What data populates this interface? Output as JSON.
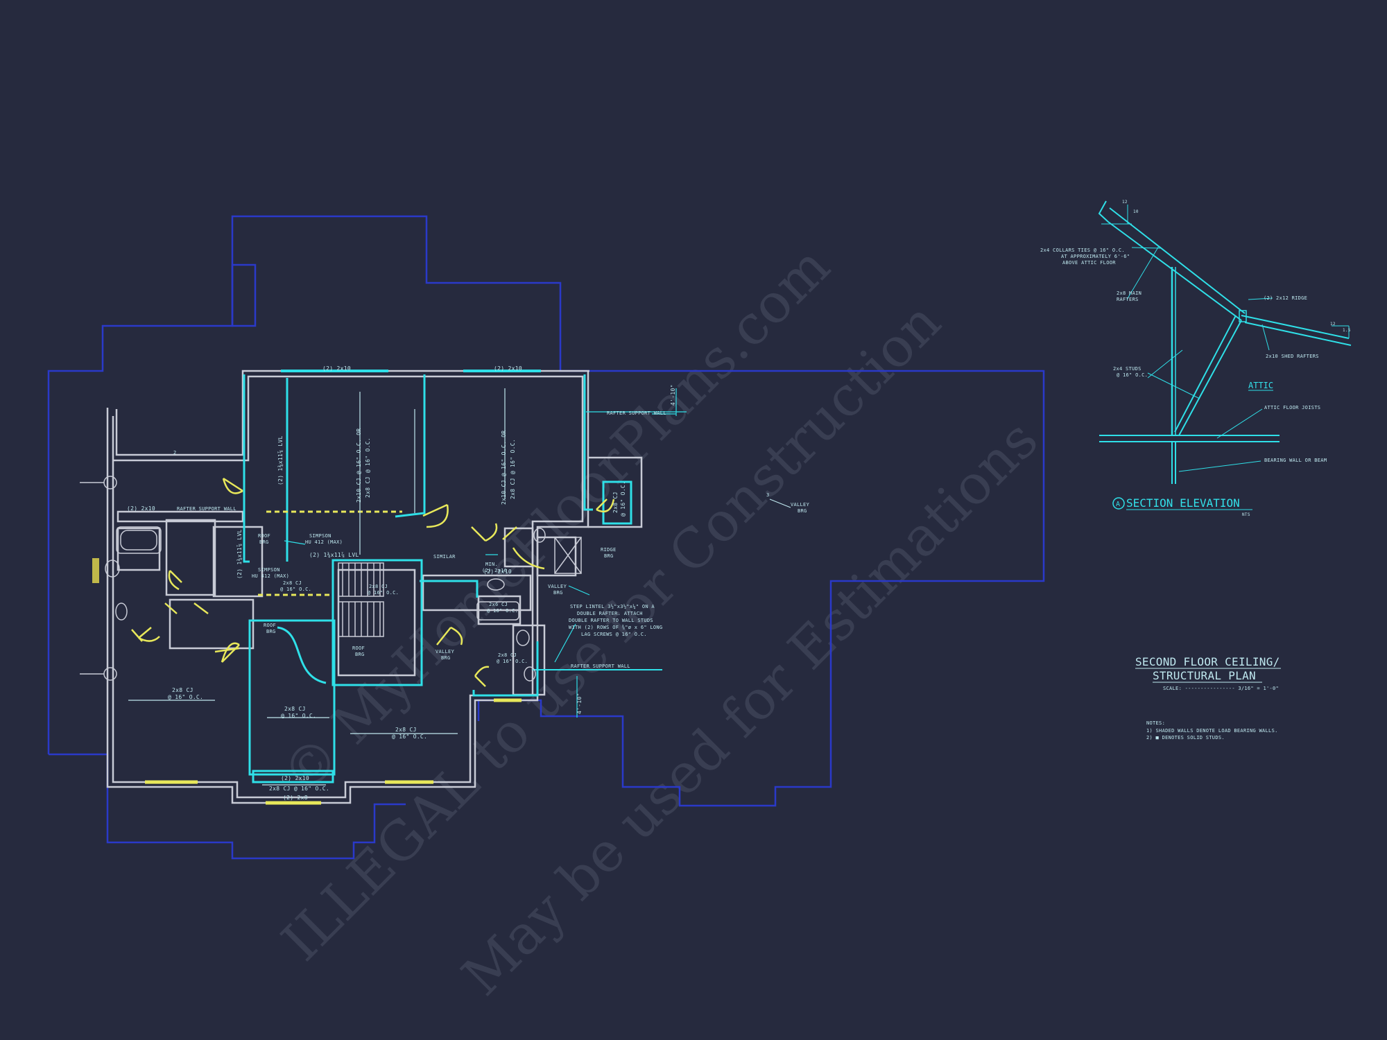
{
  "watermark": {
    "line1": "© MyHomeFloorPlans.com",
    "line2": "ILLEGAL to use for Construction",
    "line3": "May be used for Estimations"
  },
  "plan": {
    "title_line1": "SECOND FLOOR CEILING/",
    "title_line2": "STRUCTURAL PLAN",
    "scale": "SCALE: ---------------- 3/16\" = 1'-0\"",
    "notes_heading": "NOTES:",
    "note1": "1) SHADED WALLS DENOTE LOAD BEARING WALLS.",
    "note2": "2) ■ DENOTES SOLID STUDS."
  },
  "labels": {
    "header_2x10_a": "(2) 2x10",
    "header_2x10_b": "(2) 2x10",
    "header_2x10_c": "(2) 2x10",
    "header_2x10_d": "(2) 2x10",
    "header_2x8": "(2) 2x8",
    "rafter_support_wall_top": "RAFTER SUPPORT WALL",
    "rafter_support_wall_left": "RAFTER SUPPORT WALL",
    "rafter_support_wall_right": "RAFTER SUPPORT WALL",
    "dim_4_10": "4'-10\"",
    "dim_4_10_b": "4'-10\"",
    "lvl_left": "(2) 1¾x11⅞ LVL",
    "lvl_left2": "(2) 1¾x11⅞ LVL",
    "lvl_mid": "(2) 1¾x11⅞ LVL",
    "cj_vert_1": "2x10 CJ @ 16\" O.C. OR",
    "cj_vert_1b": "2x8 CJ @ 16\" O.C.",
    "cj_vert_2": "2x10 CJ @ 16\" O.C. OR",
    "cj_vert_2b": "2x8 CJ @ 16\" O.C.",
    "cj_right": "2x8 CJ",
    "cj_right_b": "@ 16\" O.C.",
    "roof_brg_1": "ROOF",
    "roof_brg_1b": "BRG",
    "roof_brg_2": "ROOF",
    "roof_brg_2b": "BRG",
    "roof_brg_3": "ROOF",
    "roof_brg_3b": "BRG",
    "simpson_1": "SIMPSON",
    "simpson_1b": "HU 412 (MAX)",
    "simpson_2": "SIMPSON",
    "simpson_2b": "HU 412 (MAX)",
    "similar": "SIMILAR",
    "min_2x10": "MIN.",
    "min_2x10b": "(2) 2x10",
    "valley_brg_1": "VALLEY",
    "valley_brg_1b": "BRG",
    "valley_brg_2": "VALLEY",
    "valley_brg_2b": "BRG",
    "valley_brg_3": "VALLEY",
    "valley_brg_3b": "BRG",
    "ridge_brg": "RIDGE",
    "ridge_brg_b": "BRG",
    "steel_lintel_1": "STEP LINTEL 3½\"x3½\"x¼\" ON A",
    "steel_lintel_2": "DOUBLE RAFTER.  ATTACH",
    "steel_lintel_3": "DOUBLE RAFTER TO WALL STUDS",
    "steel_lintel_4": "WITH (2) ROWS OF ⅜\"ø x 6\" LONG",
    "steel_lintel_5": "LAG SCREWS @ 16\" O.C.",
    "cj_small_1": "2x8 CJ",
    "cj_small_1b": "@ 16\" O.C.",
    "cj_small_2": "2x8 CJ",
    "cj_small_2b": "@ 16\" O.C.",
    "cj_small_3": "2x6 CJ",
    "cj_small_3b": "@ 16\" O.C.",
    "cj_small_4": "2x8 CJ",
    "cj_small_4b": "@ 16\" O.C.",
    "cj_small_5": "2x8 CJ",
    "cj_small_5b": "@ 16\" O.C.",
    "cj_big_1": "2x8 CJ",
    "cj_big_1b": "@ 16\" O.C.",
    "cj_big_2": "2x8 CJ",
    "cj_big_2b": "@ 16\" O.C.",
    "cj_big_3": "2x8 CJ",
    "cj_big_3b": "@ 16\" O.C.",
    "cj_bottom": "2x8 CJ @ 16\" O.C.",
    "header_bottom_a": "(2) 2x10",
    "header_bottom_b": "(2) 2x8",
    "n2": "2",
    "n3": "3"
  },
  "section": {
    "title": "SECTION ELEVATION",
    "marker": "A",
    "nts": "NTS",
    "collar_1": "2x4 COLLARS TIES @ 16\" O.C.",
    "collar_2": "AT APPROXIMATELY 6'-6\"",
    "collar_3": "ABOVE ATTIC FLOOR",
    "main_rafters_1": "2x8 MAIN",
    "main_rafters_2": "RAFTERS",
    "ridge": "(2) 2x12 RIDGE",
    "shed_rafters": "2x10 SHED RAFTERS",
    "studs_1": "2x4 STUDS",
    "studs_2": "@ 16\" O.C.",
    "attic": "ATTIC",
    "attic_floor_joists": "ATTIC FLOOR JOISTS",
    "bearing_wall": "BEARING WALL OR BEAM",
    "pitch_12a": "12",
    "pitch_10": "10",
    "pitch_12b": "12",
    "pitch_1_5": "1.5"
  },
  "colors": {
    "background": "#262a3e",
    "wall": "#c8cbd6",
    "outline_blue": "#2a39c9",
    "bearing_cyan": "#2fe0e8",
    "door_yellow": "#e8e85a"
  }
}
